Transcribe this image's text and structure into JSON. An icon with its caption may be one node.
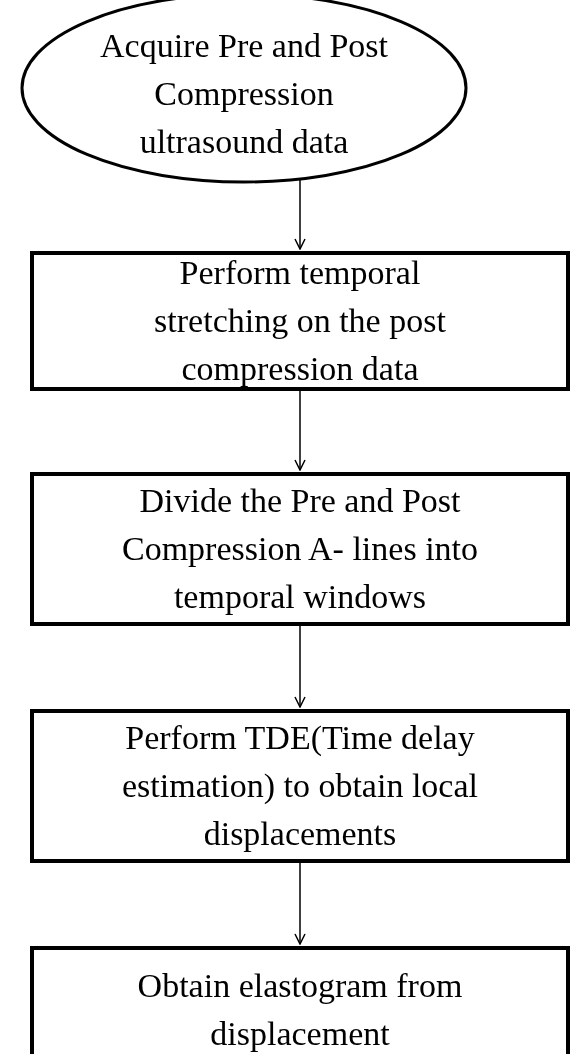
{
  "diagram": {
    "nodes": [
      {
        "text": [
          "Acquire Pre and Post Compression ultrasound data"
        ]
      },
      {
        "text": [
          "Perform temporal stretching  on the post compression data"
        ]
      },
      {
        "text": [
          "Divide the Pre and Post Compression A- lines into temporal windows"
        ]
      },
      {
        "text": [
          "Perform TDE(Time delay estimation) to obtain local displacements"
        ]
      },
      {
        "text": [
          "Obtain elastogram from displacement"
        ]
      }
    ],
    "edges": [
      {
        "from": 0,
        "to": 1,
        "arrow": "to"
      },
      {
        "from": 1,
        "to": 2,
        "arrow": "to"
      },
      {
        "from": 2,
        "to": 3,
        "arrow": "to"
      },
      {
        "from": 3,
        "to": 4,
        "arrow": "to"
      }
    ]
  }
}
